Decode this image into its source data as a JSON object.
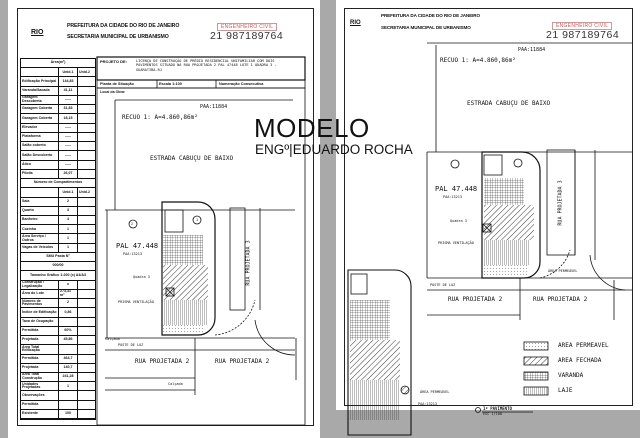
{
  "watermark": {
    "title": "MODELO",
    "author": "ENGº|EDUARDO ROCHA"
  },
  "header": {
    "city": "PREFEITURA DA CIDADE DO RIO DE JANEIRO",
    "secretariat": "SECRETARIA MUNICIPAL DE URBANISMO",
    "logo_text": "RIO",
    "engineer_logo": "ENGENHEIRO CIVIL",
    "phone": "21 987189764"
  },
  "project": {
    "label": "PROJETO DE:",
    "description": "LICENÇA DE CONSTRUÇÃO DE PRÉDIO RESIDENCIAL UNIFAMILIAR COM DOIS PAVIMENTOS SITUADO NA RUA PROJETADA 2 PAL 47448 LOTE 1 QUADRA 3 - GUARATIBA-RJ",
    "drawing": "Planta de Situação",
    "scale": "Escala 1:100",
    "numbering": "Numeração Consecutiva",
    "site": "Local da Obra:"
  },
  "table_rows": [
    [
      "Área(m²)"
    ],
    [
      "",
      "Unid.1",
      "Unid.2"
    ],
    [
      "Edificação Principal",
      "144,83",
      ""
    ],
    [
      "Varanda/Sacada",
      "41,11",
      ""
    ],
    [
      "Garagem Descoberta",
      "-----",
      ""
    ],
    [
      "Garagem Coberta",
      "31,83",
      ""
    ],
    [
      "Garagem Coberta",
      "18,15",
      ""
    ],
    [
      "Elevador",
      "-----",
      ""
    ],
    [
      "Plataforma",
      "-----",
      ""
    ],
    [
      "Salão coberto",
      "-----",
      ""
    ],
    [
      "Salão Descoberto",
      "-----",
      ""
    ],
    [
      "Ático",
      "-----",
      ""
    ],
    [
      "Pilotis",
      "26,07",
      ""
    ],
    [
      "Número de Compartimentos"
    ],
    [
      "",
      "Unid.1",
      "Unid.2"
    ],
    [
      "Sala",
      "2",
      ""
    ],
    [
      "Quarto",
      "3",
      ""
    ],
    [
      "Banheiro",
      "4",
      ""
    ],
    [
      "Cozinha",
      "1",
      ""
    ],
    [
      "Área Serviço / Outros",
      "1",
      ""
    ],
    [
      "Vagas de Veículos",
      "1",
      ""
    ],
    [
      "SMU Pasta N°"
    ],
    [
      "000/00"
    ],
    [
      "Tamanho Gráfico 1:200 (x) A4/A3"
    ],
    [
      "Construção / Legalização",
      "x",
      ""
    ],
    [
      "Área do Lote",
      "273,31 m²",
      ""
    ],
    [
      "Número de Pavimentos",
      "2",
      ""
    ],
    [
      "Índice de Edificação",
      "0,86",
      ""
    ],
    [
      "Taxa de Ocupação",
      "",
      " "
    ],
    [
      "Permitida",
      "60%",
      ""
    ],
    [
      "Projetada",
      "45,86",
      ""
    ],
    [
      "Área Total Edificação",
      "",
      ""
    ],
    [
      "Permitida",
      "464,7",
      ""
    ],
    [
      "Projetada",
      "140,7",
      ""
    ],
    [
      "Área Total Construção",
      "241,28",
      ""
    ],
    [
      "Unidades Projetadas",
      "1",
      ""
    ],
    [
      "Observações",
      "",
      ""
    ],
    [
      "Permitida",
      "",
      ""
    ],
    [
      "Existente",
      "100",
      ""
    ]
  ],
  "plan": {
    "paa": "PAA:11884",
    "recuo": "RECUO 1: A=4.860,86m²",
    "street_main": "ESTRADA CABUÇU DE BAIXO",
    "pal": "PAL 47.448",
    "pal_sub": "PAA:13213",
    "street_2": "RUA PROJETADA 2",
    "street_vertical": "RUA PROJETADA 3",
    "sidewalk": "Calçada",
    "pole": "POSTE DE LUZ",
    "ventilation": "PRISMA VENTILAÇÃO",
    "block": "Quadra 3",
    "lot1": "1",
    "lot2": "2",
    "floor": "1º PAVIMENTO",
    "floor_scale": "ESC 1/100",
    "permeable": "ÁREA PERMEÁVEL"
  },
  "legend": [
    {
      "pattern": "dots",
      "label": "AREA PERMEAVEL"
    },
    {
      "pattern": "hatch",
      "label": "AREA FECHADA"
    },
    {
      "pattern": "grid",
      "label": "VARANDA"
    },
    {
      "pattern": "laje",
      "label": "LAJE"
    }
  ]
}
